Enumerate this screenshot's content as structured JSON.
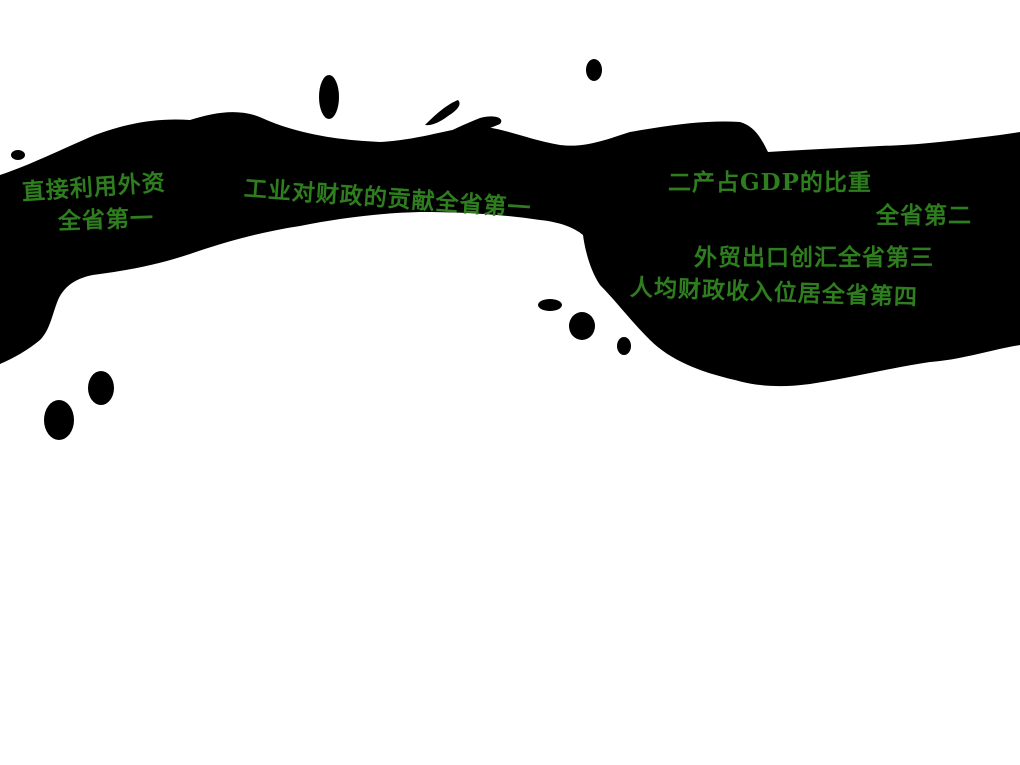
{
  "colors": {
    "background": "#ffffff",
    "ink": "#000000",
    "text": "#2e7d1e"
  },
  "labels": {
    "fdi_line1": "直接利用外资",
    "fdi_line2": "全省第一",
    "industry_contribution": "工业对财政的贡献全省第一",
    "secondary_line1": "二产占GDP的比重",
    "secondary_line2": "全省第二",
    "export": "外贸出口创汇全省第三",
    "per_capita_revenue": "人均财政收入位居全省第四"
  }
}
